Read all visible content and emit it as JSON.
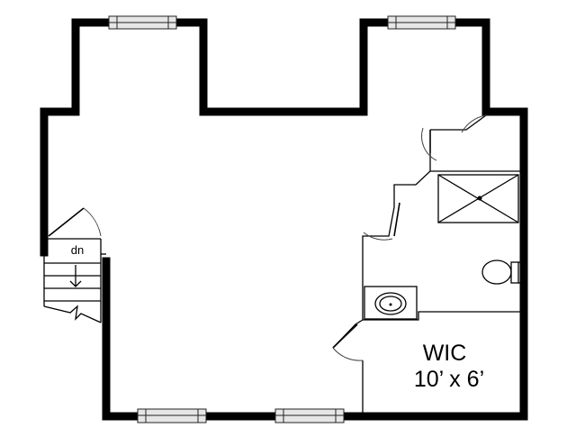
{
  "labels": {
    "stairs": "dn",
    "closet_name": "WIC",
    "closet_size": "10’ x 6’"
  }
}
